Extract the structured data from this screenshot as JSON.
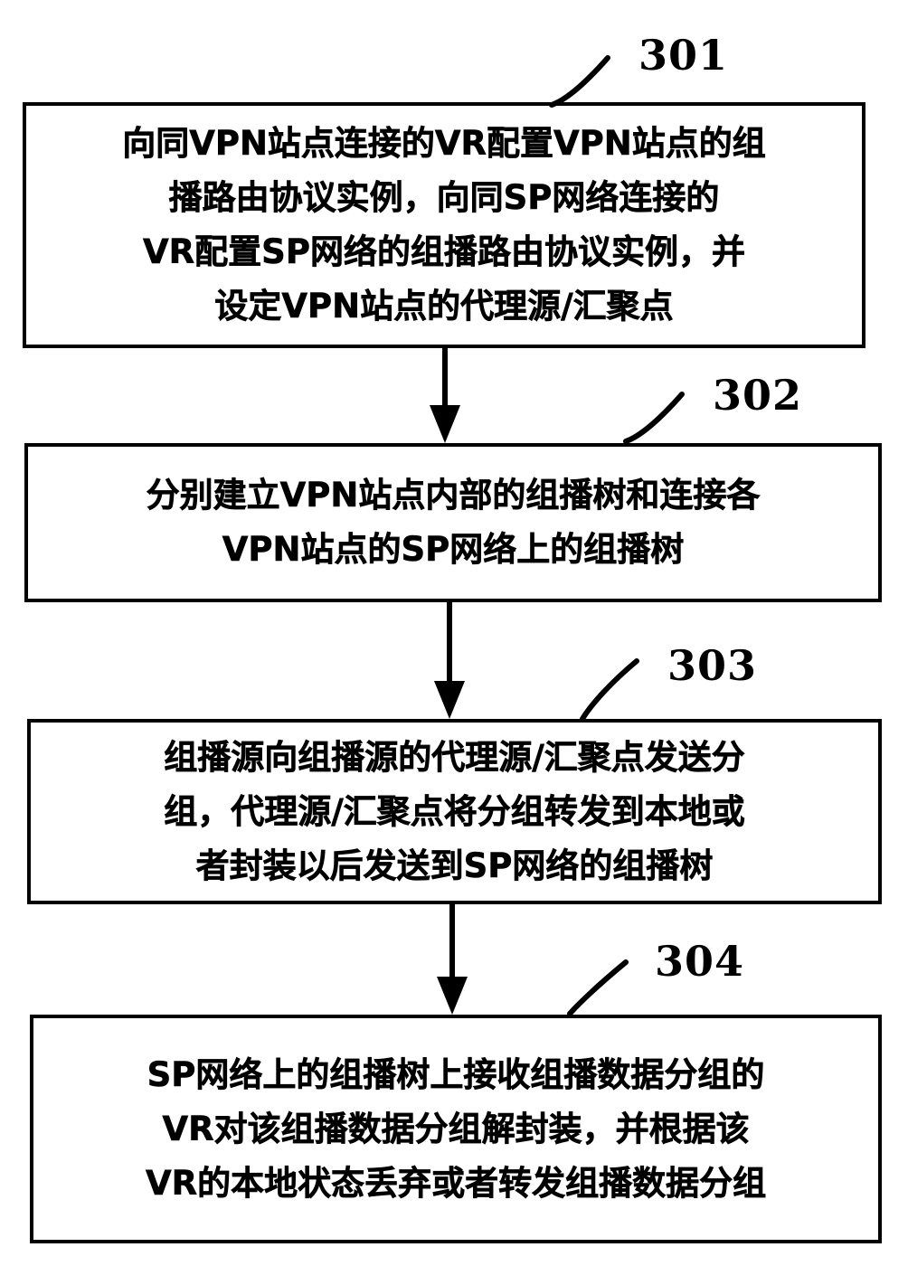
{
  "figure": {
    "type": "patent-flowchart",
    "orientation": "vertical",
    "language": "zh",
    "line_color": "#000000",
    "background_color": "#ffffff"
  },
  "steps": [
    {
      "ref": "301",
      "lines": [
        "向同VPN站点连接的VR配置VPN站点的组",
        "播路由协议实例，向同SP网络连接的",
        "VR配置SP网络的组播路由协议实例，并",
        "设定VPN站点的代理源/汇聚点"
      ]
    },
    {
      "ref": "302",
      "lines": [
        "分别建立VPN站点内部的组播树和连接各",
        "VPN站点的SP网络上的组播树"
      ]
    },
    {
      "ref": "303",
      "lines": [
        "组播源向组播源的代理源/汇聚点发送分",
        "组，代理源/汇聚点将分组转发到本地或",
        "者封装以后发送到SP网络的组播树"
      ]
    },
    {
      "ref": "304",
      "lines": [
        "SP网络上的组播树上接收组播数据分组的",
        "VR对该组播数据分组解封装，并根据该",
        "VR的本地状态丢弃或者转发组播数据分组"
      ]
    }
  ],
  "connectors": [
    {
      "from": "301",
      "to": "302",
      "icon": "down-arrow-icon"
    },
    {
      "from": "302",
      "to": "303",
      "icon": "down-arrow-icon"
    },
    {
      "from": "303",
      "to": "304",
      "icon": "down-arrow-icon"
    }
  ]
}
